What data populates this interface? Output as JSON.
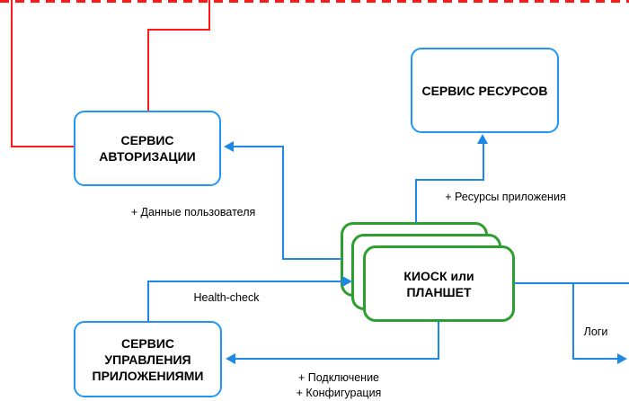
{
  "nodes": {
    "auth": {
      "line1": "СЕРВИС",
      "line2": "АВТОРИЗАЦИИ"
    },
    "resources": {
      "line1": "СЕРВИС РЕСУРСОВ"
    },
    "kiosk": {
      "line1": "КИОСК или",
      "line2": "ПЛАНШЕТ"
    },
    "management": {
      "line1": "СЕРВИС",
      "line2": "УПРАВЛЕНИЯ",
      "line3": "ПРИЛОЖЕНИЯМИ"
    }
  },
  "edges": {
    "user_data": {
      "label": "+ Данные пользователя"
    },
    "app_resources": {
      "label": "+ Ресурсы приложения"
    },
    "health_check": {
      "label": "Health-check"
    },
    "connect_config": {
      "line1": "+ Подключение",
      "line2": "+ Конфигурация"
    },
    "logs": {
      "label": "Логи"
    }
  },
  "colors": {
    "boundary_red": "#ff1a1a",
    "connector_blue": "#1e88e5",
    "service_border_blue": "#2196f3",
    "kiosk_border_green": "#2e9e2e",
    "text": "#000000",
    "background": "#ffffff"
  }
}
